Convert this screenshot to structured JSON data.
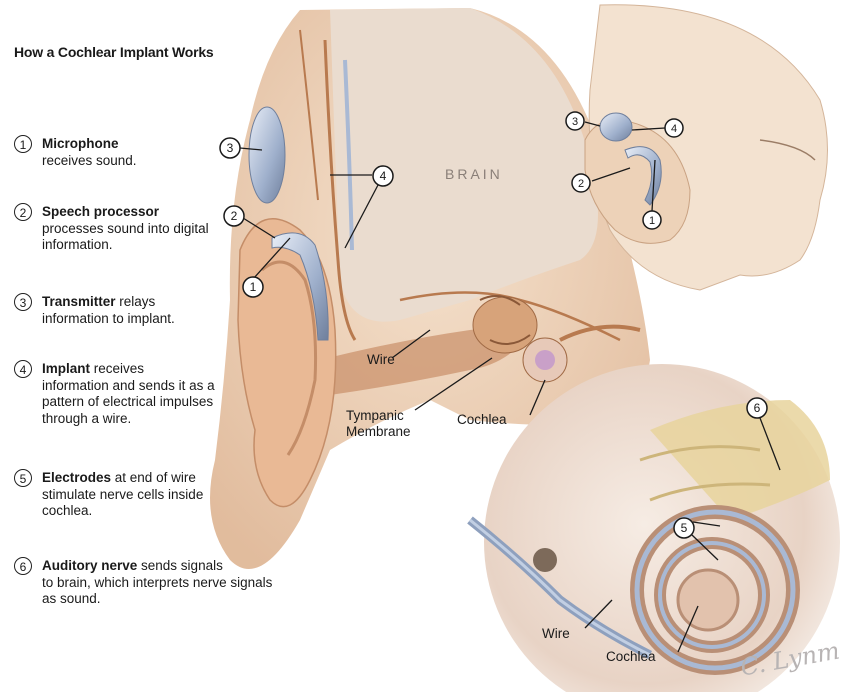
{
  "title": "How a Cochlear Implant Works",
  "legend": [
    {
      "num": "1",
      "head": "Microphone",
      "rest": "",
      "more": "receives sound."
    },
    {
      "num": "2",
      "head": "Speech processor",
      "rest": "",
      "more": "processes sound into digital information."
    },
    {
      "num": "3",
      "head": "Transmitter",
      "rest": " relays",
      "more": "information to implant."
    },
    {
      "num": "4",
      "head": "Implant",
      "rest": " receives",
      "more": "information and sends it as a pattern of electrical impulses through a wire."
    },
    {
      "num": "5",
      "head": "Electrodes",
      "rest": " at end of wire",
      "more": "stimulate nerve cells inside cochlea."
    },
    {
      "num": "6",
      "head": "Auditory nerve",
      "rest": " sends signals",
      "more": "to brain, which interprets nerve signals as sound."
    }
  ],
  "labels": {
    "brain": "BRAIN",
    "wire": "Wire",
    "tympanic": "Tympanic",
    "membrane": "Membrane",
    "cochlea": "Cochlea",
    "wire_inset": "Wire",
    "cochlea_inset": "Cochlea",
    "signature": "C. Lynm"
  },
  "callouts": {
    "one": "1",
    "two": "2",
    "three": "3",
    "four": "4",
    "five": "5",
    "six": "6"
  },
  "colors": {
    "skin": "#ecc9a8",
    "bone": "#e3cdb3",
    "nerve": "#d8b45e",
    "tube": "#a9b9d4",
    "vessel": "#b87a4f"
  }
}
